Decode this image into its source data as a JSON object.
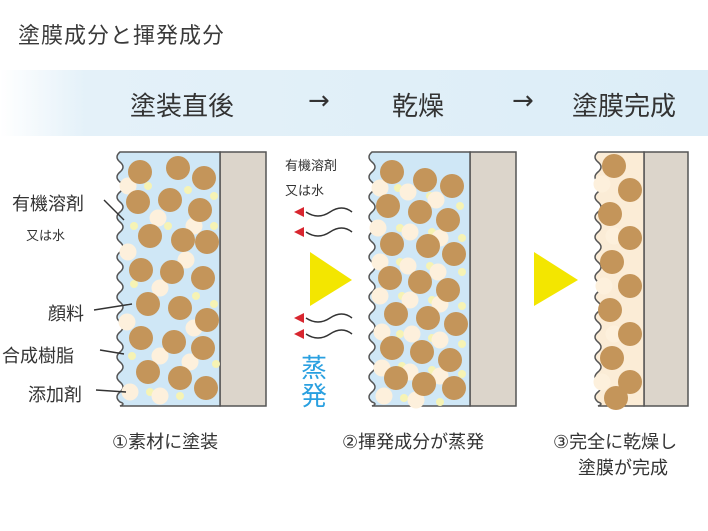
{
  "title": "塗膜成分と揮発成分",
  "stages": {
    "s1": "塗装直後",
    "s2": "乾燥",
    "s3": "塗膜完成",
    "arrow": "→"
  },
  "labels": {
    "solvent": "有機溶剤",
    "or_water": "又は水",
    "pigment": "顔料",
    "resin": "合成樹脂",
    "additive": "添加剤"
  },
  "middle": {
    "solvent": "有機溶剤",
    "or_water": "又は水",
    "evaporate": "蒸発"
  },
  "captions": {
    "c1": "①素材に塗装",
    "c2": "②揮発成分が蒸発",
    "c3_line1": "③完全に乾燥し",
    "c3_line2": "塗膜が完成"
  },
  "colors": {
    "solvent_layer": "#cfe7f6",
    "dried_layer": "#fbecd6",
    "pigment": "#c4955a",
    "resin": "#fdf0dc",
    "additive": "#f6f3b4",
    "substrate": "#dcd5cb",
    "arrow_yellow": "#f3e600",
    "evaporate_text": "#2aa0e0"
  }
}
